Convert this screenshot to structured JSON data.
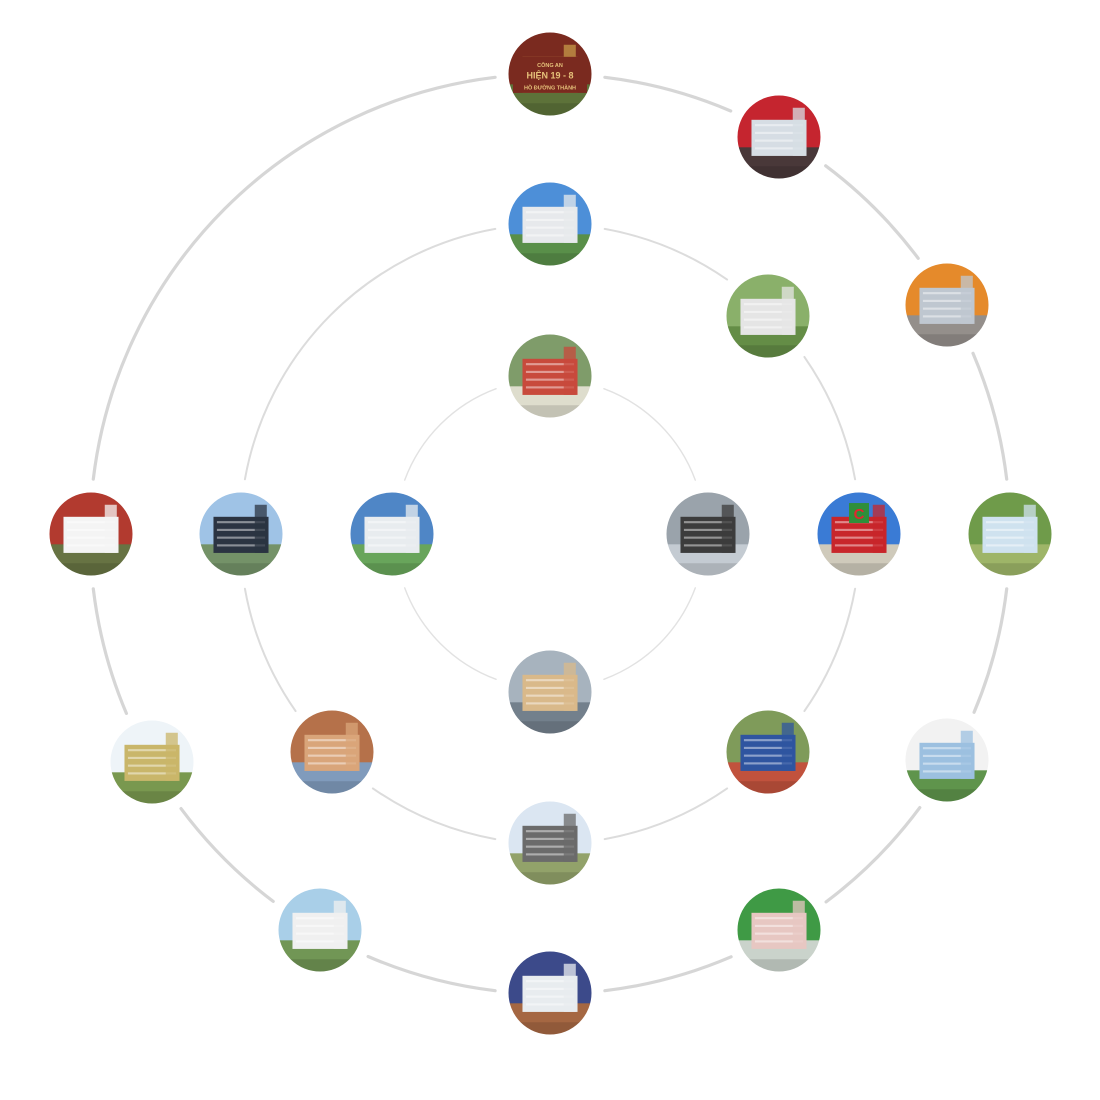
{
  "diagram": {
    "type": "concentric-ring-diagram",
    "background": "#ffffff",
    "ring_colors": {
      "inner": "#e2e2e2",
      "middle": "#dcdcdc",
      "outer": "#d6d6d6"
    },
    "photo_label_texts": {
      "police_sign": [
        "CÔNG AN",
        "HIỆN 19 - 8",
        "HỒ ĐƯỜNG THÀNH"
      ],
      "mall_entrance_c": "C"
    },
    "rings": [
      {
        "name": "inner",
        "nodes": [
          {
            "id": "convention-center-aerial",
            "icon": "aerial-convention-building-photo",
            "palette": [
              "#7f9c6a",
              "#c84a3c",
              "#e9e4d8"
            ]
          },
          {
            "id": "metro-track-race",
            "icon": "race-circuit-photo",
            "palette": [
              "#9aa3ab",
              "#3c3c3c",
              "#c9cfd6"
            ]
          },
          {
            "id": "elevated-metro-station",
            "icon": "metro-station-photo",
            "palette": [
              "#a7b3be",
              "#d9b98a",
              "#6e7a86"
            ]
          },
          {
            "id": "government-office-glass",
            "icon": "glass-office-photo",
            "palette": [
              "#4f86c6",
              "#e8ecef",
              "#6aa84f"
            ]
          }
        ]
      },
      {
        "name": "middle",
        "nodes": [
          {
            "id": "curved-modern-building",
            "icon": "modern-curved-building-photo",
            "palette": [
              "#4d8fd8",
              "#e7e9ec",
              "#5b8f3a"
            ]
          },
          {
            "id": "green-roof-campus",
            "icon": "campus-aerial-photo",
            "palette": [
              "#8ab06a",
              "#e5e5e5",
              "#5f8a43"
            ]
          },
          {
            "id": "big-c-supermarket",
            "icon": "supermarket-photo",
            "palette": [
              "#3a7bd5",
              "#c8262b",
              "#e0d3b8"
            ]
          },
          {
            "id": "stadium-aerial",
            "icon": "stadium-photo",
            "palette": [
              "#7f9b5a",
              "#2f55a0",
              "#c94a3a"
            ]
          },
          {
            "id": "museum-geometric",
            "icon": "museum-photo",
            "palette": [
              "#dbe6f2",
              "#6b6b6b",
              "#8a9a5b"
            ]
          },
          {
            "id": "brick-apartment",
            "icon": "apartment-photo",
            "palette": [
              "#b5714a",
              "#d9a57a",
              "#7aa0c9"
            ]
          },
          {
            "id": "twin-towers",
            "icon": "skyscraper-photo",
            "palette": [
              "#9fc3e6",
              "#2b3442",
              "#6f8d5a"
            ]
          }
        ]
      },
      {
        "name": "outer",
        "nodes": [
          {
            "id": "police-monument-sign",
            "icon": "monument-sign-photo",
            "palette": [
              "#7a2a1f",
              "#c79a4a",
              "#5a7a3c"
            ]
          },
          {
            "id": "red-shopping-center",
            "icon": "shopping-center-photo",
            "palette": [
              "#c5252f",
              "#d6dde4",
              "#3b3b3b"
            ]
          },
          {
            "id": "orange-mall-tower",
            "icon": "mall-tower-photo",
            "palette": [
              "#e58a2b",
              "#bfc7d0",
              "#8b8f96"
            ]
          },
          {
            "id": "park-lake-aerial",
            "icon": "park-aerial-photo",
            "palette": [
              "#6f9b4a",
              "#cfe2ef",
              "#a3b86b"
            ]
          },
          {
            "id": "hospital-white",
            "icon": "hospital-photo",
            "palette": [
              "#f2f2f2",
              "#9cc0e0",
              "#4f8a3a"
            ]
          },
          {
            "id": "green-school-yard",
            "icon": "school-yard-photo",
            "palette": [
              "#3f9a45",
              "#e7c7c2",
              "#d9d9d9"
            ]
          },
          {
            "id": "exhibition-hall",
            "icon": "exhibition-hall-photo",
            "palette": [
              "#3c4a8a",
              "#e8ecef",
              "#b06a3a"
            ]
          },
          {
            "id": "university-tower",
            "icon": "university-tower-photo",
            "palette": [
              "#a9cfe8",
              "#f0f0f0",
              "#6a8f45"
            ]
          },
          {
            "id": "yellow-tree-college",
            "icon": "college-photo",
            "palette": [
              "#eef4f8",
              "#c9b66a",
              "#6c8e3c"
            ]
          },
          {
            "id": "palace-gate",
            "icon": "palace-gate-photo",
            "palette": [
              "#b23a2f",
              "#f4f4f4",
              "#5e7a46"
            ]
          }
        ]
      }
    ]
  }
}
